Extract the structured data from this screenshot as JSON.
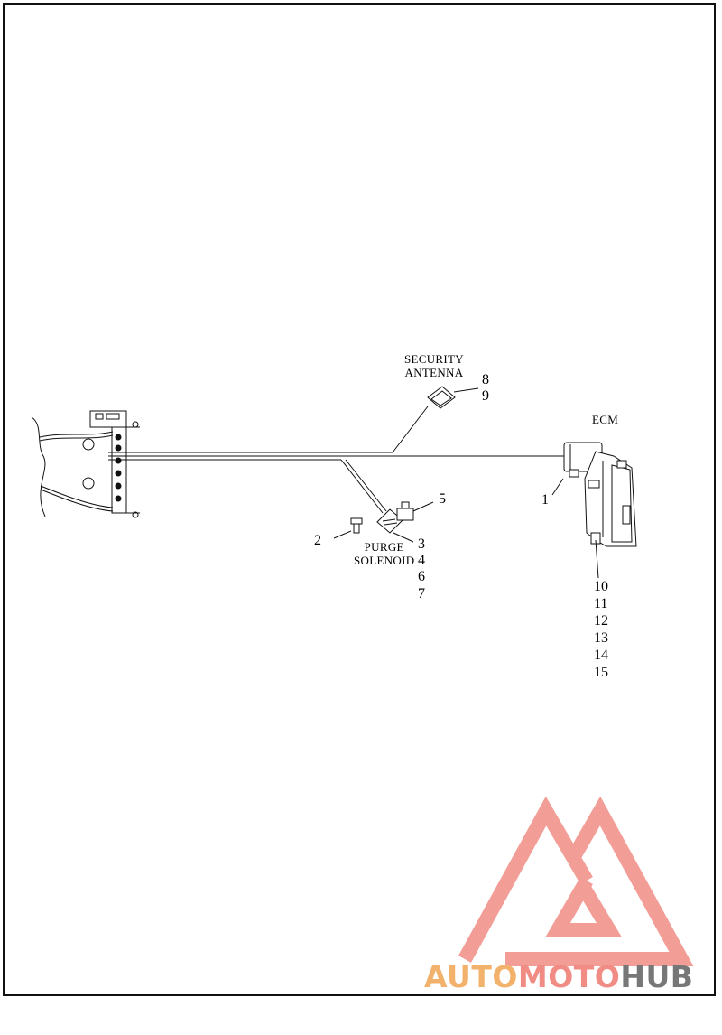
{
  "labels": {
    "security_antenna": [
      "SECURITY",
      "ANTENNA"
    ],
    "ecm": "ECM",
    "purge_solenoid": [
      "PURGE",
      "SOLENOID"
    ]
  },
  "callouts": {
    "c1": "1",
    "c2": "2",
    "c3": "3",
    "c4": "4",
    "c5": "5",
    "c6": "6",
    "c7": "7",
    "c8": "8",
    "c9": "9",
    "ecm_stack": [
      "10",
      "11",
      "12",
      "13",
      "14",
      "15"
    ]
  },
  "watermark": {
    "part1": "AUTO",
    "part2": "MOTO",
    "part3": "HUB",
    "colors": {
      "auto": "#f2b26c",
      "moto": "#f08c84",
      "hub": "#777777",
      "logo": "#f08c84"
    }
  }
}
